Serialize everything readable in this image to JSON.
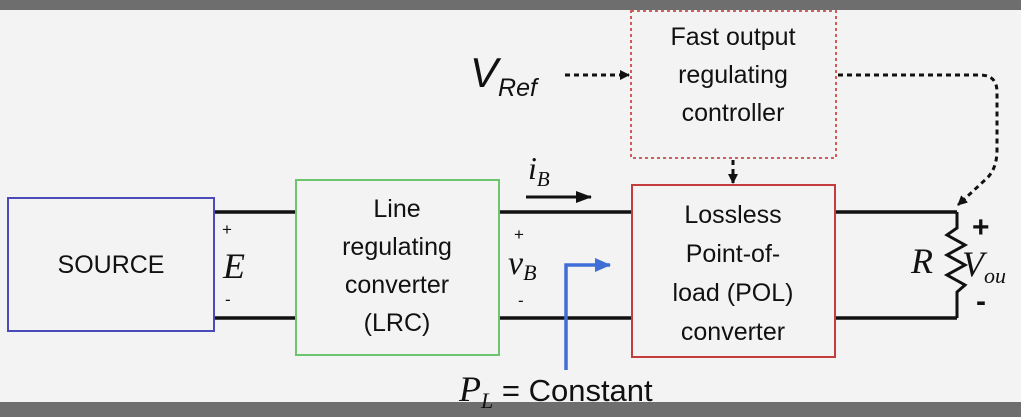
{
  "source_block": {
    "label": "SOURCE"
  },
  "lrc_block": {
    "lines": [
      "Line",
      "regulating",
      "converter",
      "(LRC)"
    ]
  },
  "pol_block": {
    "lines": [
      "Lossless",
      "Point-of-",
      "load (POL)",
      "converter"
    ]
  },
  "controller_block": {
    "lines": [
      "Fast output",
      "regulating",
      "controller"
    ]
  },
  "reference": {
    "symbol": "V",
    "subscript": "Ref"
  },
  "source_voltage": {
    "symbol": "E",
    "plus": "+",
    "minus": "-"
  },
  "bus_voltage": {
    "symbol": "v",
    "subscript": "B",
    "plus": "+",
    "minus": "-"
  },
  "bus_current": {
    "symbol": "i",
    "subscript": "B"
  },
  "load": {
    "symbol": "R"
  },
  "output_voltage": {
    "symbol": "V",
    "subscript": "ou",
    "plus": "+",
    "minus": "-"
  },
  "power_label": {
    "symbol": "P",
    "subscript": "L",
    "text": " = Constant"
  },
  "colors": {
    "source_border": "#4a4ab8",
    "lrc_border": "#6cc46c",
    "pol_border": "#c43c3c",
    "controller_border": "#d04848",
    "power_arrow": "#3f6fd6",
    "wire": "#111111"
  }
}
